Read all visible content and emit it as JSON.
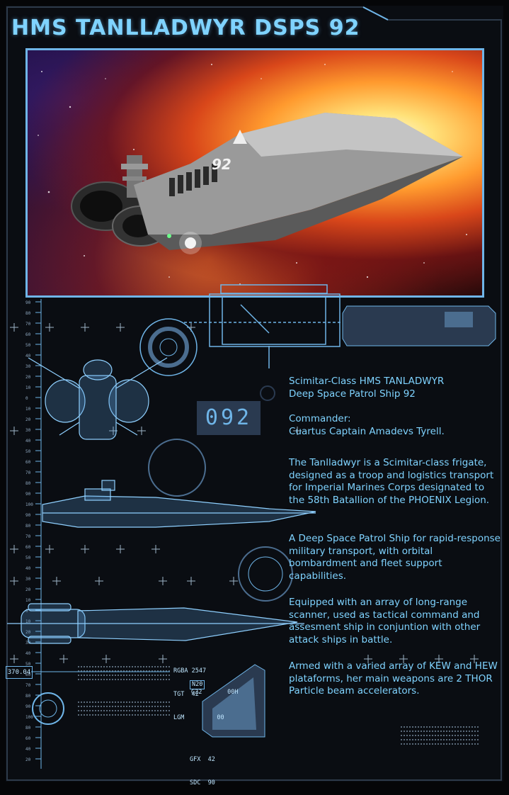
{
  "title": "HMS TANLLADWYR DSPS 92",
  "hero_image": {
    "hull_number": "92"
  },
  "hud": {
    "counter": "092",
    "range_value": "370.04",
    "readout_top": [
      "RGBA 2547",
      "TGT  42",
      "LGM         00"
    ],
    "readout_box": "N20",
    "readout_mid": "G22       00H",
    "readout_bottom": [
      "GFX  42",
      "SDC  90"
    ],
    "scale_ticks": [
      "90",
      "80",
      "70",
      "60",
      "50",
      "40",
      "30",
      "20",
      "10",
      "0",
      "10",
      "20",
      "30",
      "40",
      "50",
      "60",
      "70",
      "80",
      "90",
      "100",
      "90",
      "80",
      "70",
      "60",
      "50",
      "40",
      "30",
      "20",
      "10",
      "0",
      "10",
      "20",
      "30",
      "40",
      "50",
      "60",
      "70",
      "80",
      "90",
      "100",
      "80",
      "60",
      "40",
      "20"
    ]
  },
  "info": {
    "class_line": "Scimitar-Class HMS TANLADWYR",
    "designation": "Deep Space Patrol Ship  92",
    "commander_label": "Commander:",
    "commander_name": "Cuartus Captain Amadevs Tyrell.",
    "para1": "The Tanlladwyr is a Scimitar-class frigate, designed as a troop and logistics transport for Imperial Marines Corps designated to the 58th Batallion of the PHOENIX Legion.",
    "para2": "A Deep Space Patrol Ship for rapid-response military transport, with orbital bombardment and fleet support capabilities.",
    "para3": "Equipped with an array of long-range scanner, used as tactical command and assesment ship in conjuntion with other attack ships in battle.",
    "para4": "Armed with a varied array of KEW and HEW plataforms, her main weapons are 2 THOR Particle beam accelerators."
  },
  "colors": {
    "accent": "#6fb5e8",
    "text": "#7fd3ff",
    "panel": "#0a0d12"
  }
}
